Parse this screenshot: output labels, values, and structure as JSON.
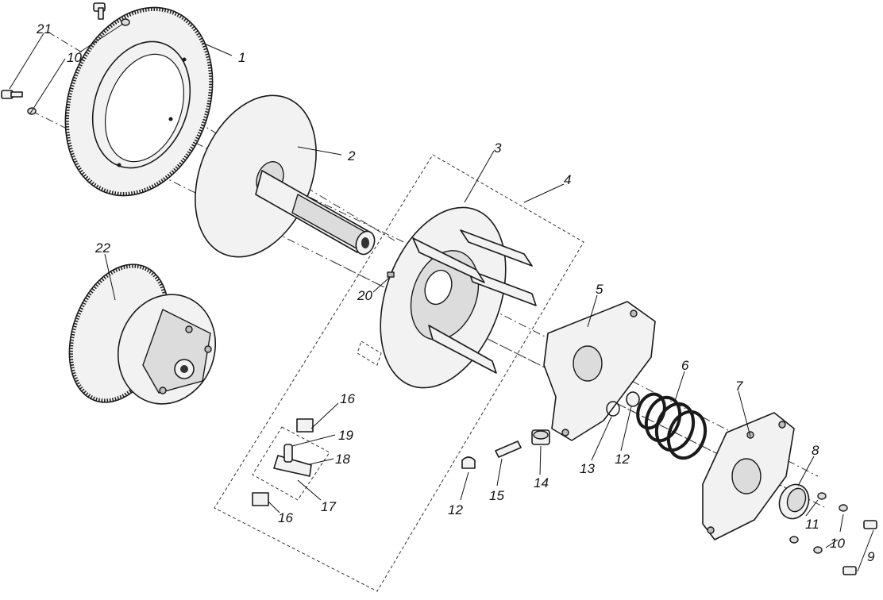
{
  "callouts": [
    {
      "id": "c1",
      "label": "1"
    },
    {
      "id": "c2",
      "label": "2"
    },
    {
      "id": "c3",
      "label": "3"
    },
    {
      "id": "c4",
      "label": "4"
    },
    {
      "id": "c5",
      "label": "5"
    },
    {
      "id": "c6",
      "label": "6"
    },
    {
      "id": "c7",
      "label": "7"
    },
    {
      "id": "c8",
      "label": "8"
    },
    {
      "id": "c9",
      "label": "9"
    },
    {
      "id": "c10a",
      "label": "10"
    },
    {
      "id": "c10b",
      "label": "10"
    },
    {
      "id": "c11",
      "label": "11"
    },
    {
      "id": "c12a",
      "label": "12"
    },
    {
      "id": "c12b",
      "label": "12"
    },
    {
      "id": "c13",
      "label": "13"
    },
    {
      "id": "c14",
      "label": "14"
    },
    {
      "id": "c15",
      "label": "15"
    },
    {
      "id": "c16a",
      "label": "16"
    },
    {
      "id": "c16b",
      "label": "16"
    },
    {
      "id": "c17",
      "label": "17"
    },
    {
      "id": "c18",
      "label": "18"
    },
    {
      "id": "c19",
      "label": "19"
    },
    {
      "id": "c20",
      "label": "20"
    },
    {
      "id": "c21",
      "label": "21"
    },
    {
      "id": "c22",
      "label": "22"
    }
  ]
}
